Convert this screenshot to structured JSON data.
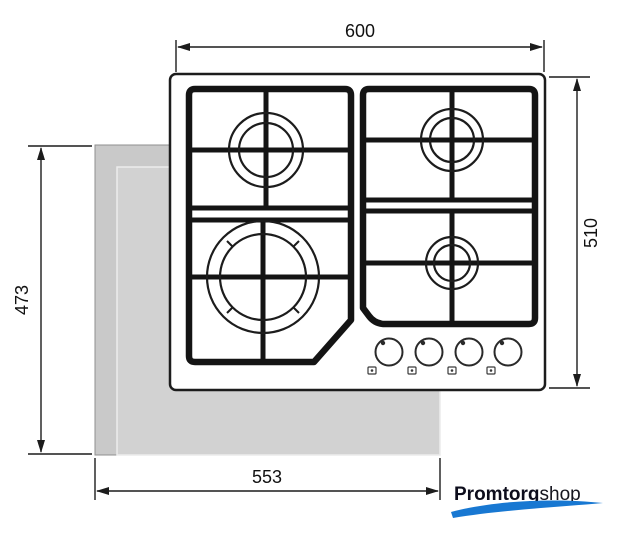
{
  "diagram": {
    "type": "installation-dimension-drawing",
    "subject": "4-burner gas hob with countertop cutout",
    "dimensions": {
      "hob_width": "600",
      "hob_depth": "510",
      "cutout_depth": "473",
      "cutout_width": "553"
    },
    "colors": {
      "line": "#1c1c1c",
      "counter_gray": "#c9c9c9",
      "cutout_gray": "#d2d2d2",
      "logo_blue": "#1878d2"
    },
    "logo": {
      "part1": "Promtorg",
      "part2": "shop"
    }
  }
}
